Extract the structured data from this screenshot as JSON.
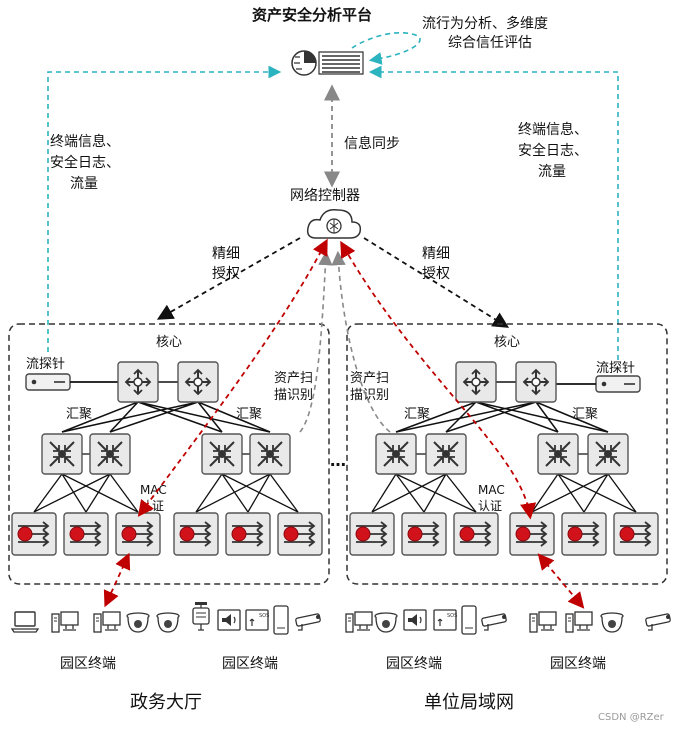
{
  "platform": {
    "title": "资产安全分析平台",
    "note_lines": [
      "流行为分析、多维度",
      "综合信任评估"
    ]
  },
  "left_uplink_lines": [
    "终端信息、",
    "安全日志、",
    "流量"
  ],
  "right_uplink_lines": [
    "终端信息、",
    "安全日志、",
    "流量"
  ],
  "sync_label": "信息同步",
  "controller_label": "网络控制器",
  "auth_left_lines": [
    "精细",
    "授权"
  ],
  "auth_right_lines": [
    "精细",
    "授权"
  ],
  "zones": {
    "left": {
      "core_label": "核心",
      "probe_label": "流探针",
      "agg_label_a": "汇聚",
      "agg_label_b": "汇聚",
      "scan_lines": [
        "资产扫",
        "描识别"
      ],
      "mac_lines": [
        "MAC",
        "认证"
      ],
      "terminal_label_a": "园区终端",
      "terminal_label_b": "园区终端",
      "name": "政务大厅"
    },
    "right": {
      "core_label": "核心",
      "probe_label": "流探针",
      "agg_label_a": "汇聚",
      "agg_label_b": "汇聚",
      "scan_lines": [
        "资产扫",
        "描识别"
      ],
      "mac_lines": [
        "MAC",
        "认证"
      ],
      "terminal_label_a": "园区终端",
      "terminal_label_b": "园区终端",
      "name": "单位局域网"
    }
  },
  "ellipsis": "…",
  "watermark": "CSDN @RZer",
  "colors": {
    "cyan": "#2bb3c0",
    "red": "#c00000",
    "gray": "#888888",
    "dark": "#333333"
  }
}
